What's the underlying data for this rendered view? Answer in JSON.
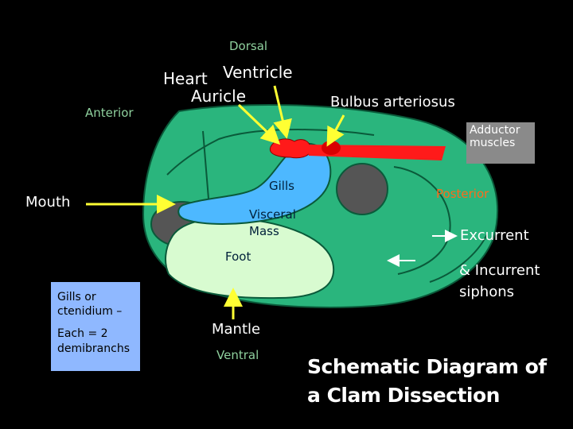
{
  "labels": {
    "dorsal": "Dorsal",
    "anterior": "Anterior",
    "heart": "Heart",
    "ventricle": "Ventricle",
    "auricle": "Auricle",
    "bulbus": "Bulbus arteriosus",
    "adductor_1": "Adductor",
    "adductor_2": "muscles",
    "mouth": "Mouth",
    "gills": "Gills",
    "posterior": "Posterior",
    "visceral_1": "Visceral",
    "visceral_2": "Mass",
    "excurrent": "Excurrent",
    "foot": "Foot",
    "incurrent": "& Incurrent",
    "siphons": "siphons",
    "mantle": "Mantle",
    "ventral": "Ventral"
  },
  "gills_box": {
    "line1": "Gills or",
    "line2": "ctenidium –",
    "line3": "Each = 2",
    "line4": "demibranchs"
  },
  "title": {
    "line1": "Schematic Diagram  of",
    "line2": "a Clam Dissection"
  },
  "colors": {
    "mantle": "#2ab57d",
    "gills": "#4db8ff",
    "foot": "#d8fbd0",
    "adductor": "#555555",
    "heart": "#ff1a1a",
    "arrows": "#ffff33",
    "shell_outline": "#0a5a3a"
  }
}
